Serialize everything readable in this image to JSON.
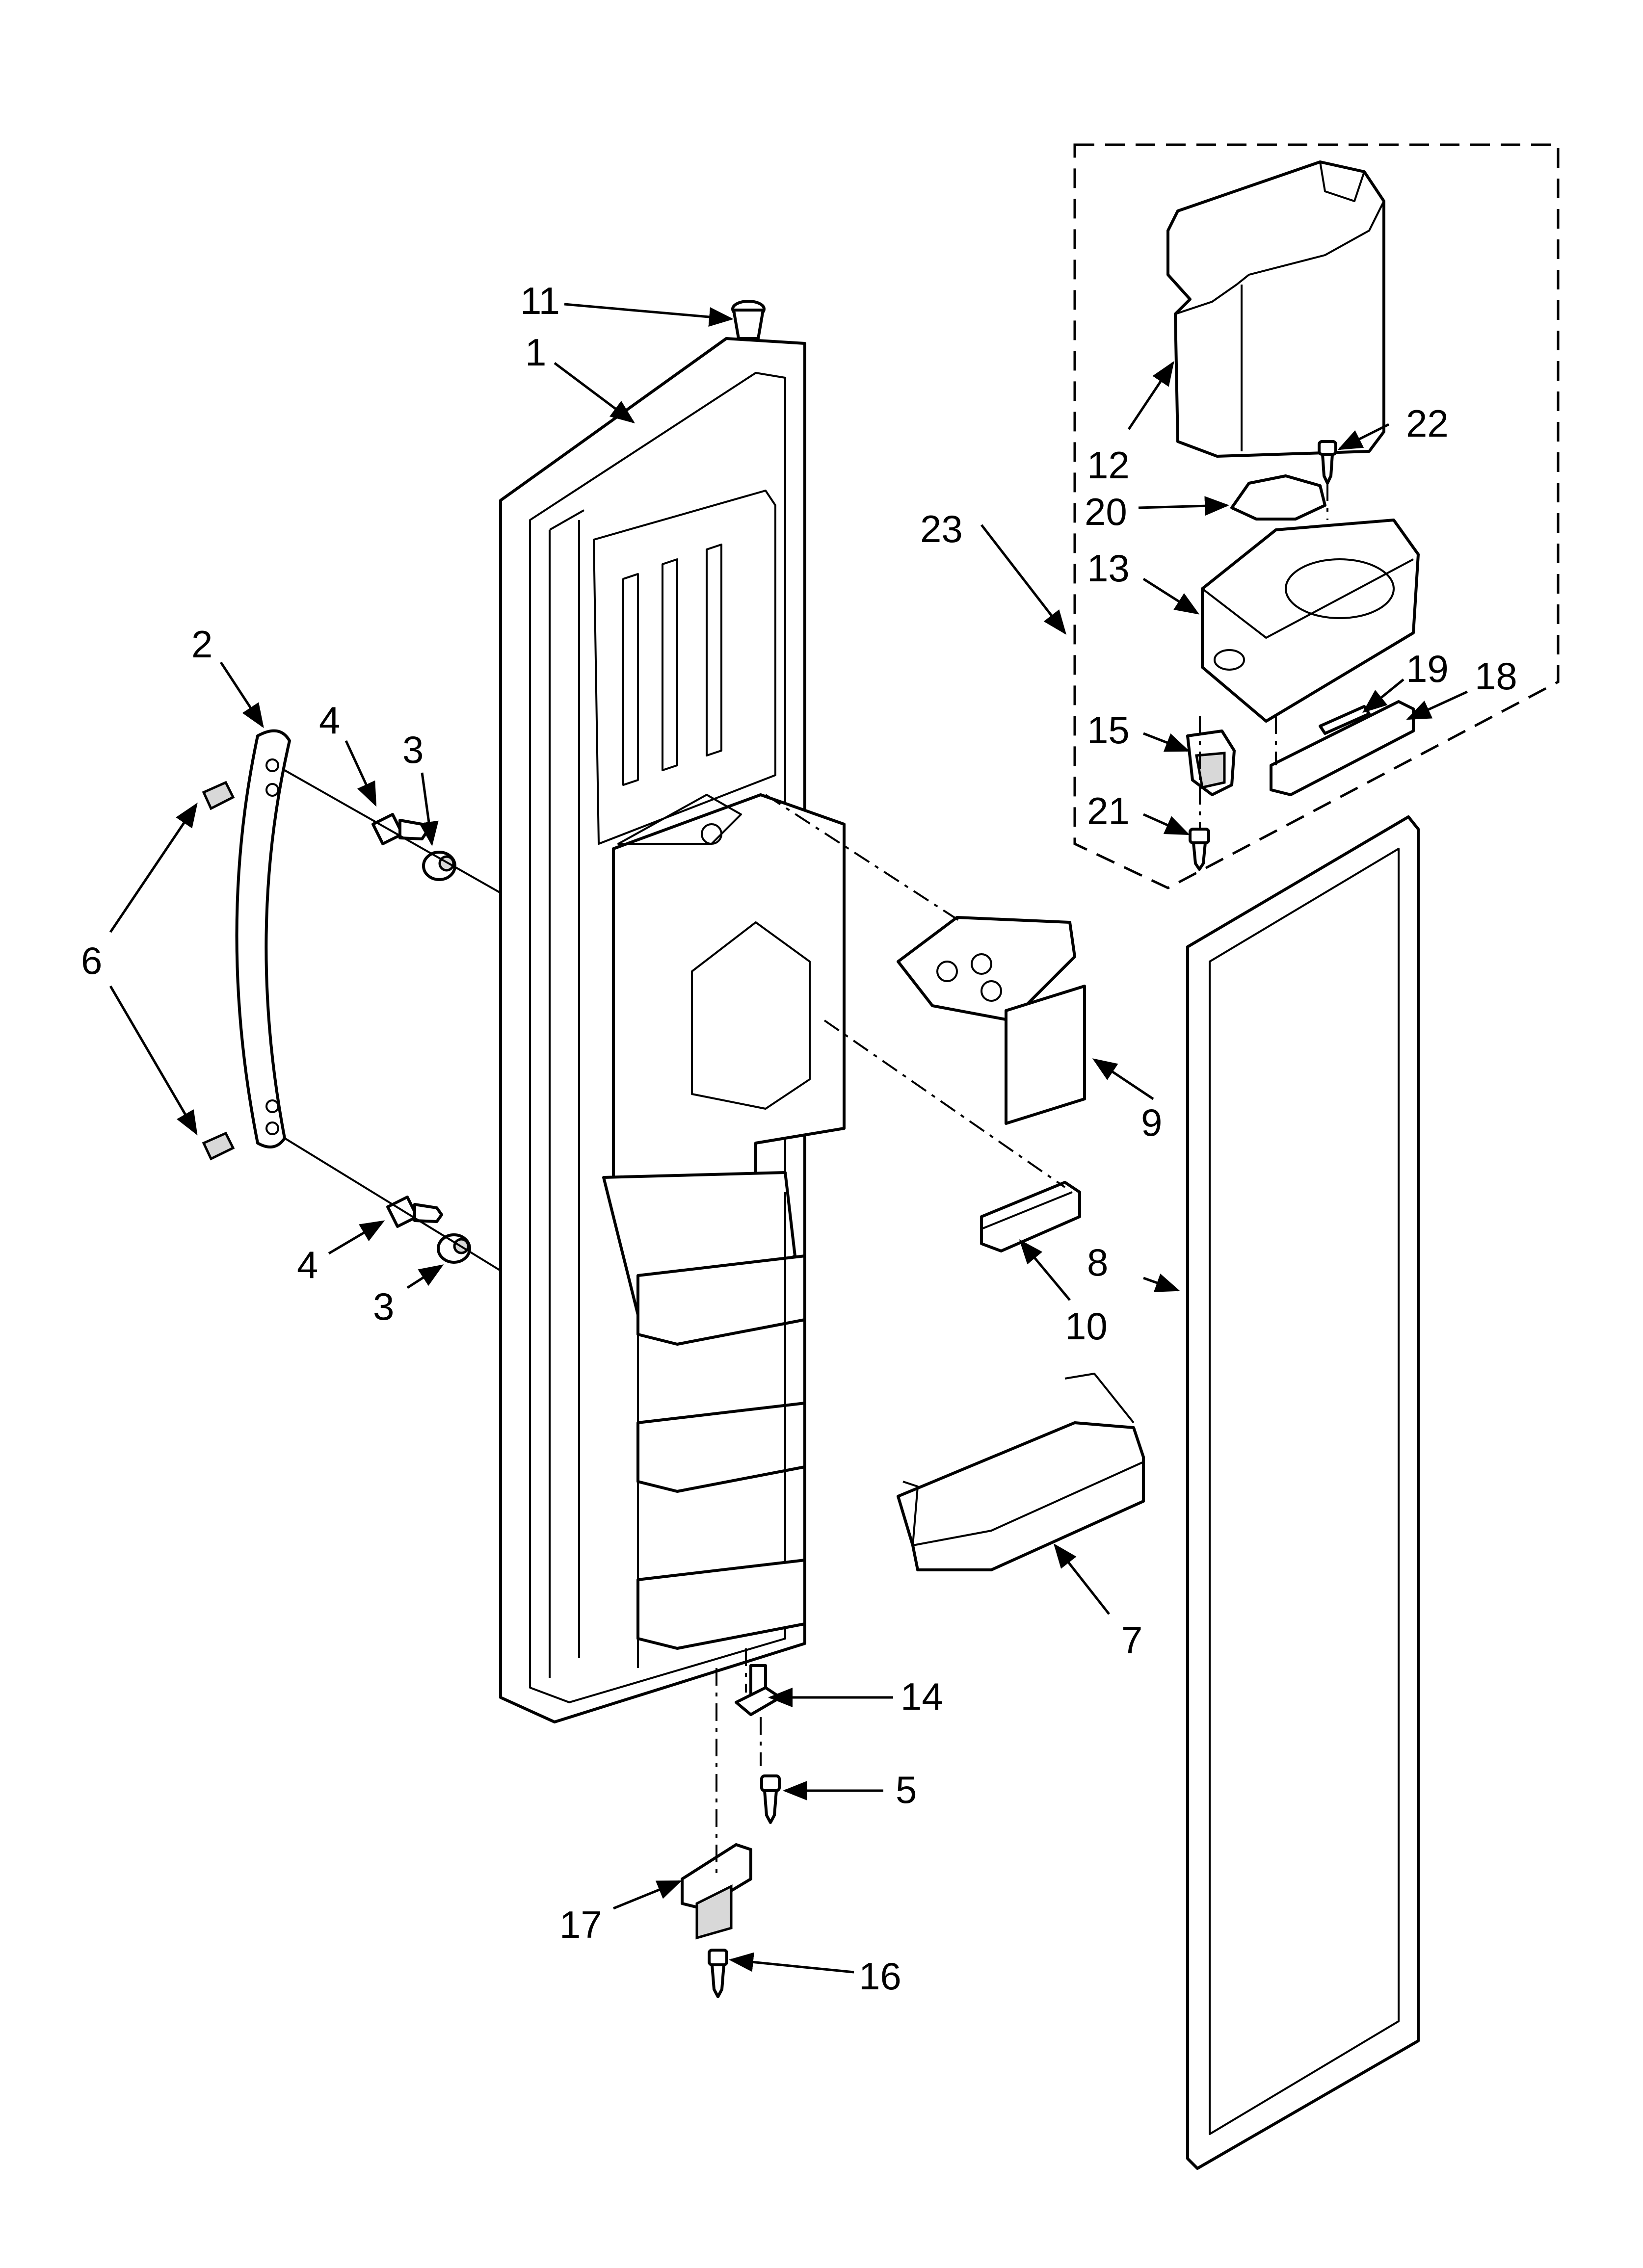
{
  "callouts": [
    {
      "id": "1",
      "text": "1"
    },
    {
      "id": "2",
      "text": "2"
    },
    {
      "id": "3a",
      "text": "3"
    },
    {
      "id": "3b",
      "text": "3"
    },
    {
      "id": "4a",
      "text": "4"
    },
    {
      "id": "4b",
      "text": "4"
    },
    {
      "id": "5",
      "text": "5"
    },
    {
      "id": "6",
      "text": "6"
    },
    {
      "id": "7",
      "text": "7"
    },
    {
      "id": "8",
      "text": "8"
    },
    {
      "id": "9",
      "text": "9"
    },
    {
      "id": "10",
      "text": "10"
    },
    {
      "id": "11",
      "text": "11"
    },
    {
      "id": "12",
      "text": "12"
    },
    {
      "id": "13",
      "text": "13"
    },
    {
      "id": "14",
      "text": "14"
    },
    {
      "id": "15",
      "text": "15"
    },
    {
      "id": "16",
      "text": "16"
    },
    {
      "id": "17",
      "text": "17"
    },
    {
      "id": "18",
      "text": "18"
    },
    {
      "id": "19",
      "text": "19"
    },
    {
      "id": "20",
      "text": "20"
    },
    {
      "id": "21",
      "text": "21"
    },
    {
      "id": "22",
      "text": "22"
    },
    {
      "id": "23",
      "text": "23"
    }
  ]
}
